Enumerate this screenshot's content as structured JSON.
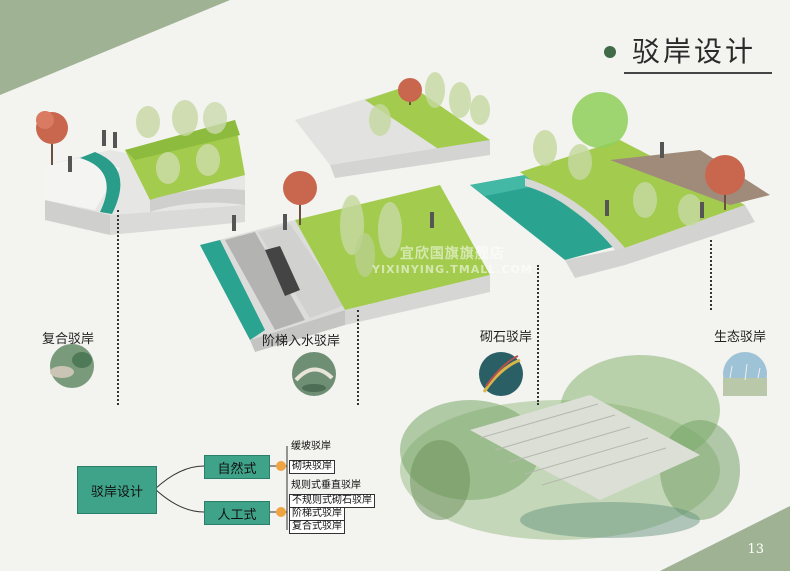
{
  "header": {
    "title": "驳岸设计"
  },
  "watermark": {
    "line1": "宜欣国旗旗舰店",
    "line2": "YIXINYING.TMALL.COM"
  },
  "sections": [
    {
      "label": "复合驳岸"
    },
    {
      "label": "阶梯入水驳岸"
    },
    {
      "label": "砌石驳岸"
    },
    {
      "label": "生态驳岸"
    }
  ],
  "mindmap": {
    "root": "驳岸设计",
    "branches": [
      {
        "label": "自然式",
        "items": [
          "缓坡驳岸",
          "砌块驳岸"
        ]
      },
      {
        "label": "人工式",
        "items": [
          "规则式垂直驳岸",
          "不规则式砌石驳岸",
          "阶梯式驳岸",
          "复合式驳岸"
        ]
      }
    ]
  },
  "colors": {
    "accent": "#3fa38a",
    "corner": "#8fa683",
    "dot": "#efa444",
    "title_dot": "#3f6b48"
  },
  "page": {
    "number": "13"
  }
}
